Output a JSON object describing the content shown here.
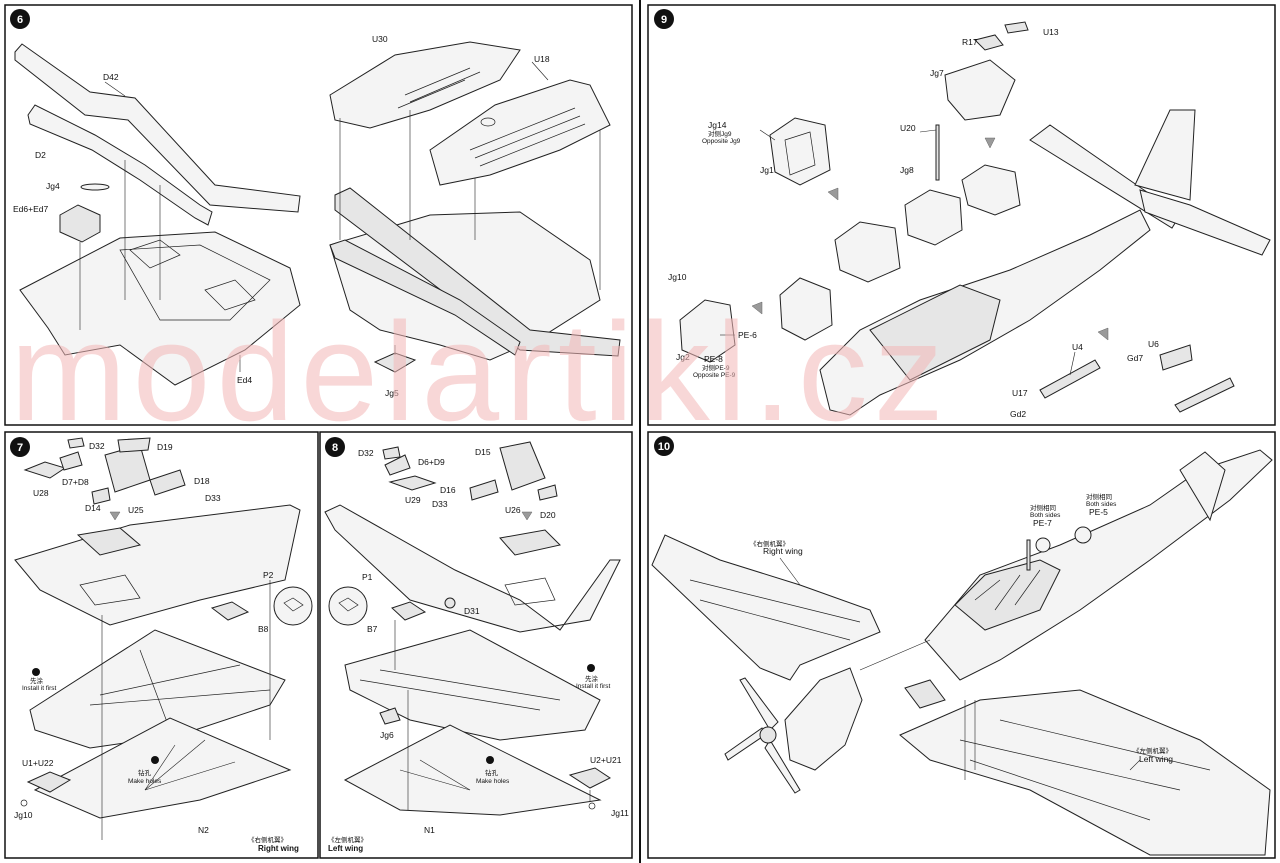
{
  "watermark": "modelartikl.cz",
  "step6": {
    "number": "6",
    "labels": {
      "d42": "D42",
      "d2": "D2",
      "jg4": "Jg4",
      "ed6ed7": "Ed6+Ed7",
      "ed4": "Ed4",
      "u30": "U30",
      "u18": "U18",
      "jg5": "Jg5"
    }
  },
  "step7": {
    "number": "7",
    "labels": {
      "d32": "D32",
      "d19": "D19",
      "d18": "D18",
      "d33": "D33",
      "u28": "U28",
      "d7d8": "D7+D8",
      "d14": "D14",
      "u25": "U25",
      "p2": "P2",
      "b8": "B8",
      "u1u22": "U1+U22",
      "jg10": "Jg10",
      "n2": "N2"
    },
    "install_cn": "先涂",
    "install_en": "Install it first",
    "holes_cn": "钻孔",
    "holes_en": "Make holes",
    "caption_cn": "《右侧机翼》",
    "caption_en": "Right wing"
  },
  "step8": {
    "number": "8",
    "labels": {
      "d32": "D32",
      "d6d9": "D6+D9",
      "d15": "D15",
      "u29": "U29",
      "d16": "D16",
      "d33": "D33",
      "u26": "U26",
      "d20": "D20",
      "p1": "P1",
      "d31": "D31",
      "b7": "B7",
      "jg6": "Jg6",
      "u2u21": "U2+U21",
      "jg11": "Jg11",
      "n1": "N1"
    },
    "install_cn": "先涂",
    "install_en": "Install it first",
    "holes_cn": "钻孔",
    "holes_en": "Make holes",
    "caption_cn": "《左侧机翼》",
    "caption_en": "Left wing"
  },
  "step9": {
    "number": "9",
    "labels": {
      "r17": "R17",
      "u13": "U13",
      "jg7": "Jg7",
      "jg14": "Jg14",
      "jg14_cn": "对侧Jg9",
      "jg14_en": "Opposite Jg9",
      "jg1": "Jg1",
      "u20": "U20",
      "jg8": "Jg8",
      "jg10": "Jg10",
      "pe6": "PE-6",
      "jg2": "Jg2",
      "pe8": "PE-8",
      "pe9_cn": "对侧PE-9",
      "pe9_en": "Opposite PE-9",
      "u4": "U4",
      "u6": "U6",
      "gd7": "Gd7",
      "u17": "U17",
      "gd2": "Gd2"
    }
  },
  "step10": {
    "number": "10",
    "labels": {
      "right_wing_cn": "《右侧机翼》",
      "right_wing_en": "Right wing",
      "left_wing_cn": "《左侧机翼》",
      "left_wing_en": "Left wing",
      "both_cn_1": "对侧相同",
      "both_en_1": "Both sides",
      "pe7": "PE-7",
      "both_cn_2": "对侧相同",
      "both_en_2": "Both sides",
      "pe5": "PE-5"
    }
  }
}
